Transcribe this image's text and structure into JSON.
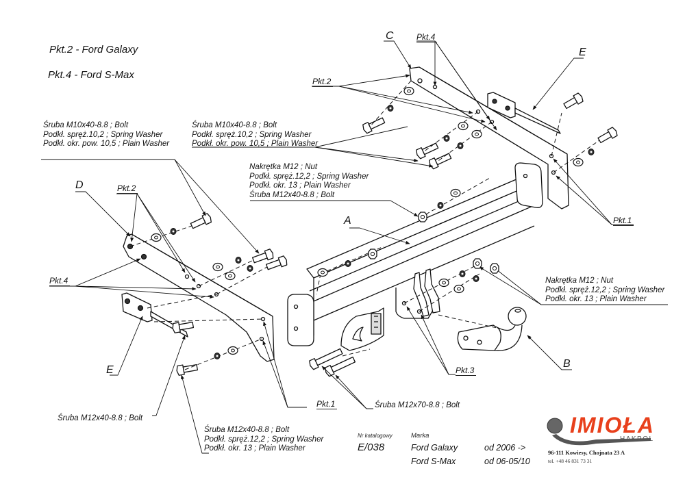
{
  "header": {
    "line1": "Pkt.2 - Ford Galaxy",
    "line2": "Pkt.4 - Ford S-Max"
  },
  "part_letters": {
    "A": "A",
    "B": "B",
    "C": "C",
    "D": "D",
    "E_top": "E",
    "E_left": "E"
  },
  "pkt_labels": {
    "pkt2_top": "Pkt.2",
    "pkt4_top": "Pkt.4",
    "pkt2_left": "Pkt.2",
    "pkt4_left": "Pkt.4",
    "pkt1_right": "Pkt.1",
    "pkt1_bottom": "Pkt.1",
    "pkt3": "Pkt.3"
  },
  "callouts": {
    "left_bolt_group": [
      "Śruba M10x40-8.8 ;  Bolt",
      "Podkł. spręż.10,2 ; Spring Washer",
      "Podkł. okr. pow. 10,5 ; Plain Washer"
    ],
    "center_bolt_group": [
      "Śruba M10x40-8.8 ;  Bolt",
      "Podkł. spręż.10,2 ; Spring Washer",
      "Podkł. okr. pow. 10,5 ; Plain Washer"
    ],
    "nut_group_top": [
      "Nakrętka  M12 ; Nut",
      "Podkł. spręż.12,2 ; Spring Washer",
      "Podkł. okr. 13 ; Plain Washer",
      "Śruba M12x40-8.8 ;  Bolt"
    ],
    "nut_group_right": [
      "Nakrętka  M12 ; Nut",
      "Podkł. spręż.12,2 ; Spring Washer",
      "Podkł. okr. 13 ; Plain Washer"
    ],
    "bolt_bottom_left": "Śruba M12x40-8.8 ;  Bolt",
    "bolt_group_bottom": [
      "Śruba M12x40-8.8 ;  Bolt",
      "Podkł. spręż.12,2 ; Spring Washer",
      "Podkł. okr. 13 ; Plain Washer"
    ],
    "bolt_m12x70": "Śruba M12x70-8.8 ;  Bolt"
  },
  "catalog": {
    "nr_label": "Nr katalogowy",
    "nr_value": "E/038",
    "brand_label": "Marka",
    "models": [
      {
        "name": "Ford Galaxy",
        "from": "od 2006 ->"
      },
      {
        "name": "Ford S-Max",
        "from": "od 06-05/10"
      }
    ]
  },
  "company": {
    "logo": "IMIOŁA",
    "sub": "HAKPOL",
    "address": "96-111 Kowiesy, Chojnata 23 A",
    "phone": "tel. +48 46 831 73 31",
    "brand_color": "#e8401c"
  }
}
